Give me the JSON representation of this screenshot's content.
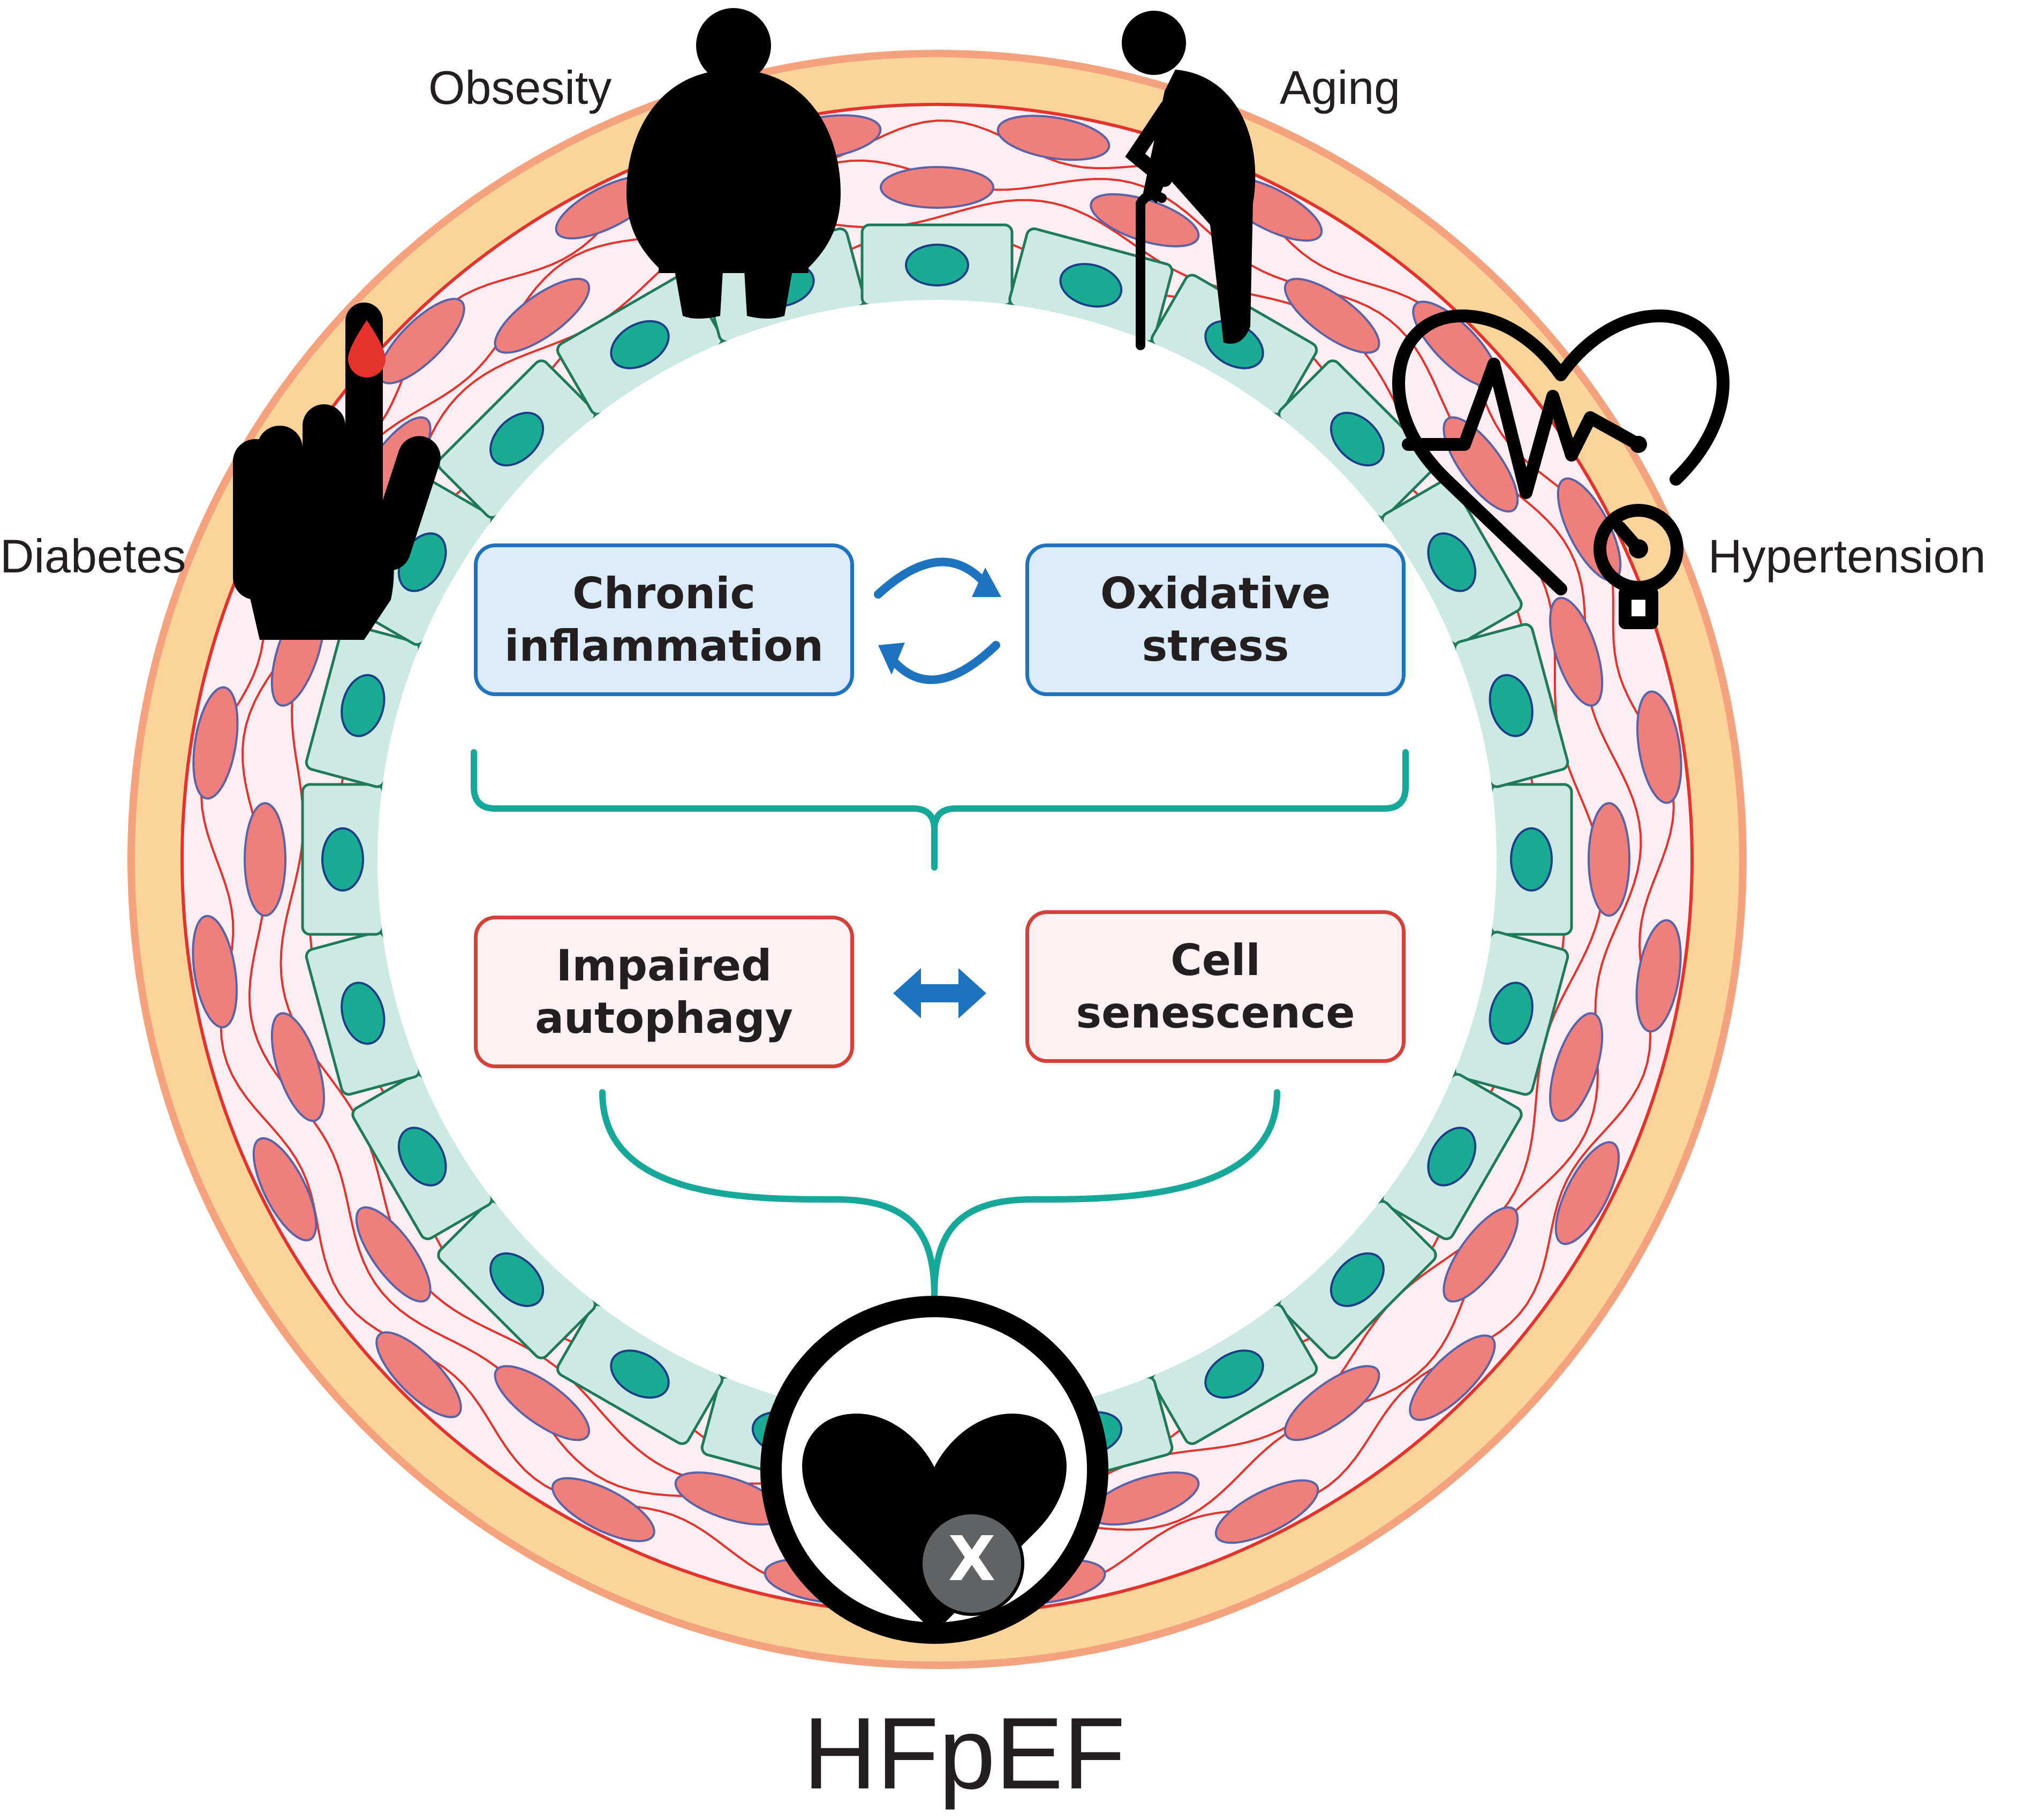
{
  "risk_factors": {
    "obesity": "Obsesity",
    "aging": "Aging",
    "diabetes": "Diabetes",
    "hypertension": "Hypertension"
  },
  "mechanisms": {
    "chronic_inflammation": "Chronic\ninflammation",
    "oxidative_stress": "Oxidative\nstress",
    "impaired_autophagy": "Impaired\nautophagy",
    "cell_senescence": "Cell\nsenescence"
  },
  "outcome": {
    "label": "HFpEF",
    "badge": "X"
  },
  "colors": {
    "adventitia": "#fbd49b",
    "adventitia_edge": "#f5a27e",
    "media": "#fdeef3",
    "fiber": "#e5322d",
    "smooth_muscle_cell": "#ee7f7c",
    "endothelial_cell": "#cde9e4",
    "endothelial_edge": "#1f7a5a",
    "nucleus": "#1aab94",
    "bracket": "#16a898",
    "cycle_arrow": "#1e73be",
    "icon": "#000000",
    "blood_drop": "#e5322d"
  }
}
